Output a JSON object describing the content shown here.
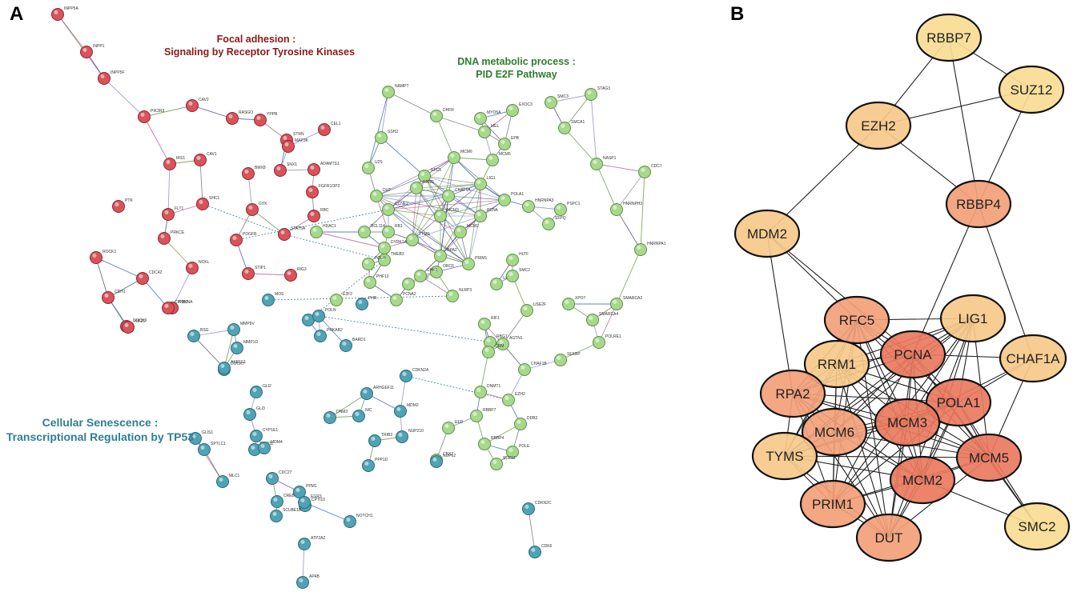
{
  "panels": {
    "a": {
      "letter": "A",
      "clusters": {
        "focal": {
          "title": "Focal adhesion :",
          "subtitle": "Signaling by Receptor Tyrosine Kinases",
          "color": "#8b1a1a",
          "node_color": "#d9535a"
        },
        "dna": {
          "title": "DNA metabolic process :",
          "subtitle": "PID E2F Pathway",
          "color": "#2e7d32",
          "node_color": "#a6d98a"
        },
        "senescence": {
          "title": "Cellular Senescence :",
          "subtitle": "Transcriptional Regulation by TP53",
          "color": "#2f7f95",
          "node_color": "#4fa3b5"
        }
      },
      "node_labels": {
        "red": [
          "INPP5A",
          "INPP1",
          "INPP5F",
          "PIK3R3",
          "CAV2",
          "RASGO",
          "YPPB",
          "IRS1",
          "CAV1",
          "SHC1",
          "FLT1",
          "PRKCE",
          "NCKL",
          "PDGFR",
          "STAT5A",
          "GYK",
          "PTK",
          "ROCK1",
          "CDC42",
          "CDH1",
          "CDKNA",
          "DOCK9",
          "KIF21",
          "FGFR1OP2",
          "ADAMTS1",
          "SNX1",
          "BMX8",
          "STRN",
          "CEL1",
          "MAP3K",
          "RBC",
          "RIG3",
          "STIP1",
          "CPHB3"
        ],
        "green": [
          "NAMPT",
          "SSH2",
          "EXOC3",
          "MYO5A",
          "STAG3",
          "DHFR",
          "MEL",
          "EPB",
          "SMC3",
          "SMCA1",
          "NASP1",
          "MCM6",
          "RFC5",
          "LIG1",
          "POLA1",
          "CHAF1A",
          "DUT",
          "RRM1",
          "CCNE2",
          "MCM3",
          "MCM2",
          "PCNA",
          "TYMS",
          "RPA2",
          "PRIM1",
          "MCM5",
          "CDC7",
          "HNRNPH3",
          "HNRNPA1",
          "HNRNPA3",
          "PSPC1",
          "SFPQ",
          "U2S",
          "TMEB3",
          "ERCC3",
          "ORC6",
          "HLTF",
          "UNG",
          "USE2F",
          "XPO7",
          "SMARCA2",
          "SMARCA4",
          "POLRE1",
          "RBG1",
          "CHAF1B",
          "SEKBP",
          "AGTN1",
          "RB1",
          "NLRP3",
          "CHK1",
          "RIF1",
          "POLH",
          "PCNA2",
          "DNMT1",
          "EZH2",
          "DDB2",
          "POLE",
          "RBBP4",
          "SUZ12",
          "RBBP7",
          "EED",
          "CBX7",
          "PHF13",
          "HDAC1",
          "BCL11A",
          "DYRK1A",
          "E2F2",
          "SMC2",
          "CRM"
        ],
        "teal": [
          "BSG",
          "MMP9V",
          "MMP1D",
          "FBT6",
          "PRKAB2",
          "BARD1",
          "POLN",
          "PHB",
          "MOS",
          "DOCK7",
          "GLI2",
          "GLI3",
          "GLIS1",
          "SPTLC1",
          "PPP1L",
          "MLC1",
          "CDC27",
          "PPM1",
          "CPTI10",
          "SCUBE1B",
          "NOTCH1",
          "ATP2A2",
          "AP4B",
          "DNM3",
          "NIC",
          "ARHGEF11",
          "TRIB3",
          "MDM2",
          "NUP210",
          "NUP62",
          "PPP1D",
          "CDKN2A",
          "CDKN2C",
          "CDK6",
          "AKR1E1",
          "CYP1E1",
          "MDM4",
          "EGR3",
          "CREB"
        ]
      }
    },
    "b": {
      "letter": "B",
      "nodes": [
        {
          "id": "RBBP7",
          "label": "RBBP7",
          "tone": "pale"
        },
        {
          "id": "SUZ12",
          "label": "SUZ12",
          "tone": "pale"
        },
        {
          "id": "EZH2",
          "label": "EZH2",
          "tone": "light"
        },
        {
          "id": "RBBP4",
          "label": "RBBP4",
          "tone": "mid"
        },
        {
          "id": "MDM2",
          "label": "MDM2",
          "tone": "light"
        },
        {
          "id": "RFC5",
          "label": "RFC5",
          "tone": "mid"
        },
        {
          "id": "LIG1",
          "label": "LIG1",
          "tone": "light"
        },
        {
          "id": "RRM1",
          "label": "RRM1",
          "tone": "light"
        },
        {
          "id": "PCNA",
          "label": "PCNA",
          "tone": "deep"
        },
        {
          "id": "CHAF1A",
          "label": "CHAF1A",
          "tone": "light"
        },
        {
          "id": "RPA2",
          "label": "RPA2",
          "tone": "mid"
        },
        {
          "id": "POLA1",
          "label": "POLA1",
          "tone": "deep"
        },
        {
          "id": "MCM6",
          "label": "MCM6",
          "tone": "mid"
        },
        {
          "id": "MCM3",
          "label": "MCM3",
          "tone": "deep"
        },
        {
          "id": "TYMS",
          "label": "TYMS",
          "tone": "light"
        },
        {
          "id": "MCM5",
          "label": "MCM5",
          "tone": "deep"
        },
        {
          "id": "MCM2",
          "label": "MCM2",
          "tone": "deep"
        },
        {
          "id": "PRIM1",
          "label": "PRIM1",
          "tone": "mid"
        },
        {
          "id": "DUT",
          "label": "DUT",
          "tone": "mid"
        },
        {
          "id": "SMC2",
          "label": "SMC2",
          "tone": "pale"
        }
      ],
      "tones": {
        "pale": "#f8dc92",
        "light": "#f6c98a",
        "mid": "#f2a078",
        "deep": "#ea7a60"
      }
    }
  }
}
